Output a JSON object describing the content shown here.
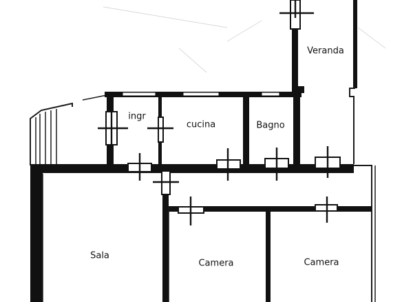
{
  "floor_plan": {
    "colors": {
      "wall": "#111111",
      "background": "#ffffff"
    },
    "rooms": [
      {
        "id": "ingresso",
        "label": "ingr"
      },
      {
        "id": "cucina",
        "label": "cucina"
      },
      {
        "id": "bagno",
        "label": "Bagno"
      },
      {
        "id": "veranda",
        "label": "Veranda"
      },
      {
        "id": "sala",
        "label": "Sala"
      },
      {
        "id": "camera-1",
        "label": "Camera"
      },
      {
        "id": "camera-2",
        "label": "Camera"
      }
    ]
  }
}
